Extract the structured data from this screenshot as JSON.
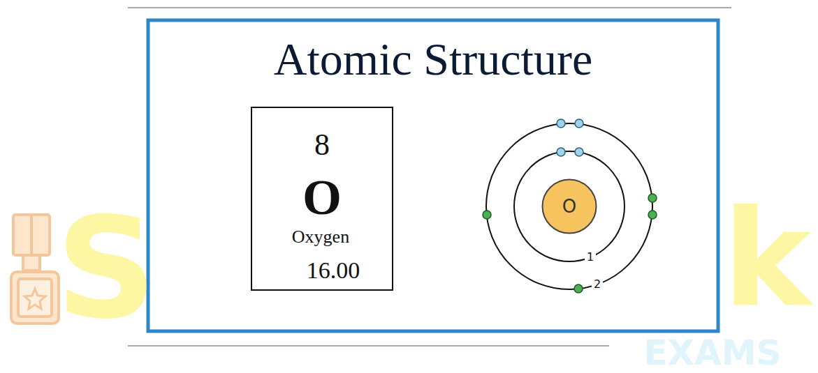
{
  "diagram": {
    "title": "Atomic Structure",
    "nodes": [
      {
        "text": [
          "8",
          "O",
          "Oxygen",
          "16.00"
        ]
      },
      {
        "text": [
          "O"
        ]
      }
    ],
    "labels": [
      "1",
      "2",
      "S",
      "k",
      "EXAMS"
    ]
  }
}
